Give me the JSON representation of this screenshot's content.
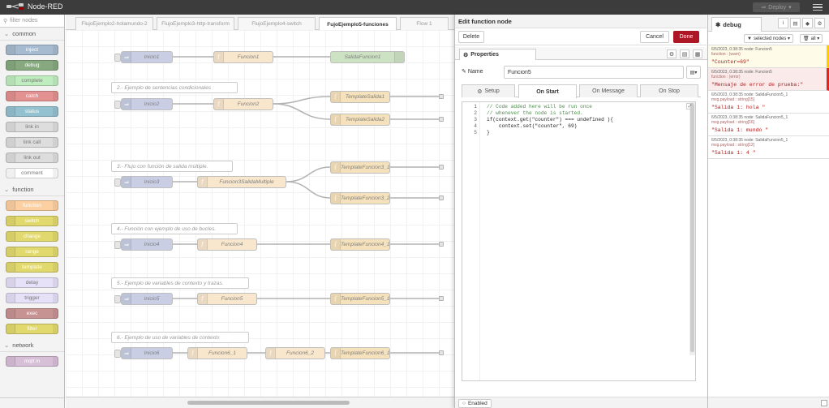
{
  "app": {
    "title": "Node-RED"
  },
  "header": {
    "deploy_label": "Deploy"
  },
  "palette": {
    "filter_placeholder": "filter nodes",
    "categories": [
      {
        "label": "common",
        "nodes": [
          {
            "label": "inject",
            "color": "#a6bbcf"
          },
          {
            "label": "debug",
            "color": "#87a980"
          },
          {
            "label": "complete",
            "color": "#c0edc0"
          },
          {
            "label": "catch",
            "color": "#e49191"
          },
          {
            "label": "status",
            "color": "#94c1d0"
          },
          {
            "label": "link in",
            "color": "#dddddd"
          },
          {
            "label": "link call",
            "color": "#dddddd"
          },
          {
            "label": "link out",
            "color": "#dddddd"
          },
          {
            "label": "comment",
            "color": "#ffffff"
          }
        ]
      },
      {
        "label": "function",
        "nodes": [
          {
            "label": "function",
            "color": "#fdd0a2"
          },
          {
            "label": "switch",
            "color": "#e2d96e"
          },
          {
            "label": "change",
            "color": "#e2d96e"
          },
          {
            "label": "range",
            "color": "#e2d96e"
          },
          {
            "label": "template",
            "color": "#e2d96e"
          },
          {
            "label": "delay",
            "color": "#e6e0f8"
          },
          {
            "label": "trigger",
            "color": "#e6e0f8"
          },
          {
            "label": "exec",
            "color": "#c79292"
          },
          {
            "label": "filter",
            "color": "#e2d96e"
          }
        ]
      },
      {
        "label": "network",
        "nodes": [
          {
            "label": "mqtt in",
            "color": "#d8bfd8"
          }
        ]
      }
    ]
  },
  "workspace": {
    "tabs": [
      {
        "label": "FlujoEjemplo2-holamundo-2"
      },
      {
        "label": "FlujoEjemplo3-http-transform"
      },
      {
        "label": "FlujoEjemplo4-switch"
      },
      {
        "label": "FujoEjemplo5-funciones",
        "active": true
      },
      {
        "label": "Flow 1"
      }
    ],
    "comments": [
      "2.- Ejemplo de sentencias condicionales",
      "3.- Flujo con función de salida múltiple.",
      "4.- Función con ejemplo de uso de bucles.",
      "5.- Ejemplo de variables de contexto y trazas.",
      "6.- Ejemplo de uso de variables de contexto"
    ],
    "nodes": [
      {
        "label": "Inicio1",
        "kind": "inject"
      },
      {
        "label": "Funcion1",
        "kind": "func"
      },
      {
        "label": "SalidaFuncion1",
        "kind": "debug"
      },
      {
        "label": "Inicio2",
        "kind": "inject"
      },
      {
        "label": "Funcion2",
        "kind": "func"
      },
      {
        "label": "TemplateSalida1",
        "kind": "templ"
      },
      {
        "label": "TemplateSalida2",
        "kind": "templ"
      },
      {
        "label": "Inicio3",
        "kind": "inject"
      },
      {
        "label": "Funcion3SalidaMultiple",
        "kind": "func"
      },
      {
        "label": "TemplateFuncion3_1",
        "kind": "templ"
      },
      {
        "label": "TemplateFuncion3_2",
        "kind": "templ"
      },
      {
        "label": "Inicio4",
        "kind": "inject"
      },
      {
        "label": "Funcion4",
        "kind": "func"
      },
      {
        "label": "TemplateFuncion4_1",
        "kind": "templ"
      },
      {
        "label": "Inicio5",
        "kind": "inject"
      },
      {
        "label": "Funcion5",
        "kind": "func"
      },
      {
        "label": "TemplateFuncion5_1",
        "kind": "templ"
      },
      {
        "label": "Inicio6",
        "kind": "inject"
      },
      {
        "label": "Funcion6_1",
        "kind": "func"
      },
      {
        "label": "Funcion6_2",
        "kind": "func"
      },
      {
        "label": "TemplateFuncion6_1",
        "kind": "templ"
      }
    ]
  },
  "editor": {
    "title": "Edit function node",
    "delete_label": "Delete",
    "cancel_label": "Cancel",
    "done_label": "Done",
    "properties_label": "Properties",
    "name_label": "Name",
    "name_value": "Funcion5",
    "tabs": [
      {
        "label": "Setup"
      },
      {
        "label": "On Start",
        "active": true
      },
      {
        "label": "On Message"
      },
      {
        "label": "On Stop"
      }
    ],
    "code": [
      {
        "num": "1",
        "text": "// Code added here will be run once"
      },
      {
        "num": "2",
        "text": "// whenever the node is started."
      },
      {
        "num": "3",
        "text": "if(context.get(\"counter\") === undefined ){"
      },
      {
        "num": "4",
        "text": "    context.set(\"counter\", 69)"
      },
      {
        "num": "5",
        "text": "}"
      }
    ],
    "enabled_label": "Enabled"
  },
  "sidebar": {
    "tab_label": "debug",
    "filter_selected": "selected nodes",
    "filter_all": "all",
    "messages": [
      {
        "meta": "6/5/2023, 0:38:35   node: Funcion5",
        "sub": "function : (warn)",
        "value": "\"Counter=69\"",
        "level": "warn"
      },
      {
        "meta": "6/5/2023, 0:38:35   node: Funcion5",
        "sub": "function : (error)",
        "value": "\"Mensaje de error de prueba:\"",
        "level": "err"
      },
      {
        "meta": "6/5/2023, 0:38:35   node: SalidaFuncion5_1",
        "sub": "msg.payload : string[15]",
        "value": "\"Salida 1: hola \"",
        "level": "info"
      },
      {
        "meta": "6/5/2023, 0:38:35   node: SalidaFuncion5_1",
        "sub": "msg.payload : string[16]",
        "value": "\"Salida 1: mundo \"",
        "level": "info"
      },
      {
        "meta": "6/5/2023, 0:38:35   node: SalidaFuncion5_1",
        "sub": "msg.payload : string[12]",
        "value": "\"Salida 1: 4 \"",
        "level": "info"
      }
    ]
  }
}
